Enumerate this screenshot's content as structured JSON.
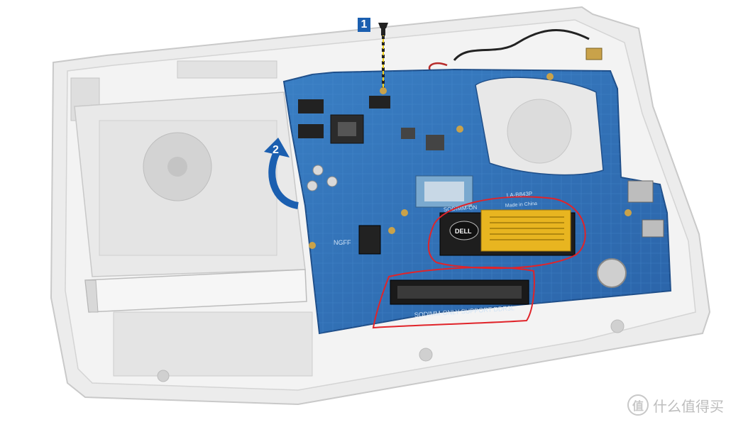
{
  "steps": {
    "step1": "1",
    "step2": "2"
  },
  "board_labels": {
    "sodimm_support": "SODIMM-ONLY SUPPORT DDR3L",
    "sodimm_upper": "SODIMM-ON",
    "model": "LA-B843P",
    "made_in": "Made in China",
    "brand_chip": "DELL",
    "ngff": "NGFF"
  },
  "watermark": {
    "glyph": "值",
    "text": "什么值得买"
  },
  "colors": {
    "board": "#2f6fb5",
    "annotation": "#e0242a",
    "step_badge": "#1b5fb0",
    "chassis": "#e6e6e6"
  }
}
